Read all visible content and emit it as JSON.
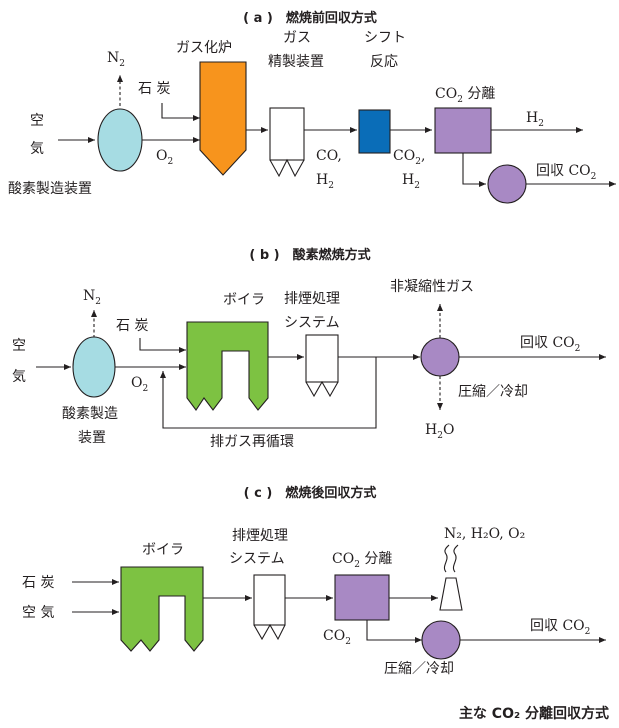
{
  "colors": {
    "air_separator": "#a6dce3",
    "gasifier": "#f7941d",
    "shift_reactor": "#0a6db8",
    "separator": "#a889c4",
    "boiler": "#7dc242",
    "line": "#231f20"
  },
  "panel_a": {
    "title": "( a )　燃焼前回収方式",
    "n2": "N",
    "n2_sub": "2",
    "coal": "石 炭",
    "air1": "空",
    "air2": "気",
    "o2": "O",
    "o2_sub": "2",
    "asu": "酸素製造装置",
    "gasifier": "ガス化炉",
    "gas_clean1": "ガス",
    "gas_clean2": "精製装置",
    "co": "CO,",
    "h2_1": "H",
    "h2_1_sub": "2",
    "shift1": "シフト",
    "shift2": "反応",
    "co2_1": "CO",
    "co2_1_sub": "2",
    "co2_1_tail": ",",
    "h2_2": "H",
    "h2_2_sub": "2",
    "sep": "CO",
    "sep_sub": "2",
    "sep_tail": " 分離",
    "h2_out": "H",
    "h2_out_sub": "2",
    "recover": "回収 CO",
    "recover_sub": "2"
  },
  "panel_b": {
    "title": "( b )　酸素燃焼方式",
    "n2": "N",
    "n2_sub": "2",
    "coal": "石 炭",
    "air1": "空",
    "air2": "気",
    "o2": "O",
    "o2_sub": "2",
    "asu1": "酸素製造",
    "asu2": "装置",
    "boiler": "ボイラ",
    "flue1": "排煙処理",
    "flue2": "システム",
    "noncond": "非凝縮性ガス",
    "recover": "回収 CO",
    "recover_sub": "2",
    "compress": "圧縮／冷却",
    "h2o": "H",
    "h2o_sub": "2",
    "h2o_tail": "O",
    "recirc": "排ガス再循環"
  },
  "panel_c": {
    "title": "( c )　燃焼後回収方式",
    "boiler": "ボイラ",
    "flue1": "排煙処理",
    "flue2": "システム",
    "sep": "CO",
    "sep_sub": "2",
    "sep_tail": " 分離",
    "stack_gas": "N₂, H₂O, O₂",
    "coal": "石 炭",
    "air": "空 気",
    "co2": "CO",
    "co2_sub": "2",
    "recover": "回収 CO",
    "recover_sub": "2",
    "compress": "圧縮／冷却"
  },
  "caption": "主な CO₂ 分離回収方式"
}
